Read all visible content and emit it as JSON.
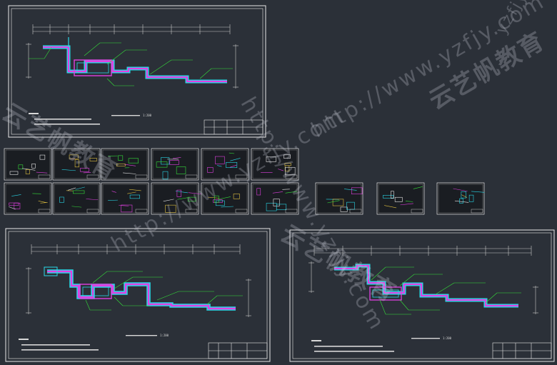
{
  "colors": {
    "background": "#2b3038",
    "sheet_border": "#e8e8e8",
    "dimension": "#c8c8c8",
    "pipe_cyan": "#29d8e8",
    "pipe_magenta": "#e040e0",
    "label_green": "#35e03a",
    "note_text": "#d8d8d8",
    "thumb_bg": "#1a1d22"
  },
  "watermarks": {
    "url": "http://www.yzfjy.com",
    "brand": "云艺帆教育",
    "corner": "yzfjy"
  },
  "sheets": {
    "top_large": {
      "scale_label": "1:200"
    },
    "bottom_left": {
      "scale_label": "1:200"
    },
    "bottom_right": {
      "scale_label": "1:200"
    }
  },
  "thumbnail_count": 15
}
